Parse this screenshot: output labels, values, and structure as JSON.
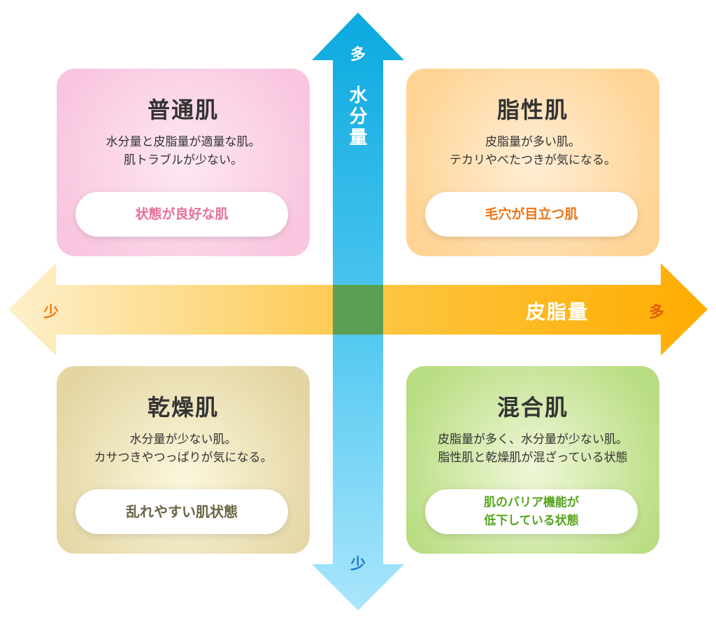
{
  "colors": {
    "horizontal_arrow_light": "#fdebc0",
    "horizontal_arrow_dark": "#ffb000",
    "vertical_arrow_top": "#10aee0",
    "vertical_arrow_bottom": "#a6e4fb",
    "intersection": "#5a9f52"
  },
  "vertical_axis": {
    "label": "水分量",
    "high": "多",
    "low": "少"
  },
  "horizontal_axis": {
    "label": "皮脂量",
    "high": "多",
    "low": "少"
  },
  "quadrants": {
    "normal": {
      "title": "普通肌",
      "desc": [
        "水分量と皮脂量が適量な肌。",
        "肌トラブルが少ない。"
      ],
      "pill": [
        "状態が良好な肌"
      ],
      "color": "#f9c6df"
    },
    "oily": {
      "title": "脂性肌",
      "desc": [
        "皮脂量が多い肌。",
        "テカリやべたつきが気になる。"
      ],
      "pill": [
        "毛穴が目立つ肌"
      ],
      "color": "#ffd393"
    },
    "dry": {
      "title": "乾燥肌",
      "desc": [
        "水分量が少ない肌。",
        "カサつきやつっぱりが気になる。"
      ],
      "pill": [
        "乱れやすい肌状態"
      ],
      "color": "#e3d6a3"
    },
    "combo": {
      "title": "混合肌",
      "desc": [
        "皮脂量が多く、水分量が少ない肌。",
        "脂性肌と乾燥肌が混ざっている状態"
      ],
      "pill": [
        "肌のバリア機能が",
        "低下している状態"
      ],
      "color": "#b9dd82"
    }
  }
}
